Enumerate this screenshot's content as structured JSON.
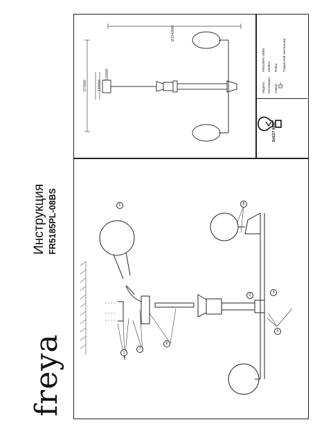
{
  "document": {
    "brand": "freya",
    "title": "Инструкция",
    "model": "FR5185PL-08BS"
  },
  "spec": {
    "model_label": "Модель:",
    "model_value": "FR5185PL-08BS",
    "collection_label": "Коллекция:",
    "collection_value": "Modern",
    "series_label": "Серия:",
    "series_value": "Rolea",
    "type_value": "Подвесной светильник",
    "bulb": "8xE27 60W"
  },
  "dimensions": {
    "width": "Ø1040MM",
    "height": "870MM",
    "min": "130MM",
    "small": "130MM"
  },
  "steps": [
    "1",
    "2",
    "3",
    "4",
    "5",
    "6",
    "7",
    "8"
  ]
}
